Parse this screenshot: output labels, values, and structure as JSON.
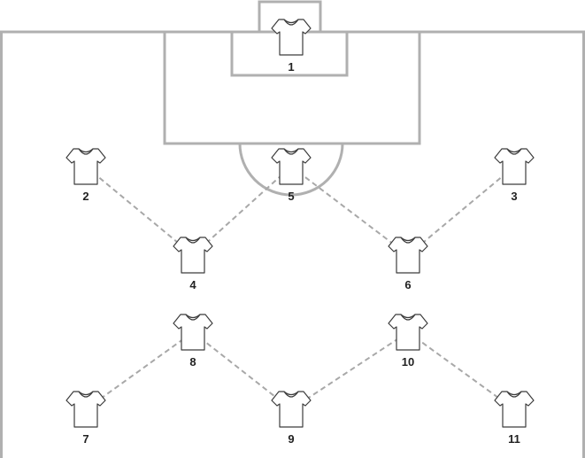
{
  "colors": {
    "pitch_lines": "#b0b0b0",
    "links": "#a8a8a8",
    "shirt_fill": "#ffffff",
    "shirt_outline": "#3c3c3c",
    "numbers": "#222222"
  },
  "players": [
    {
      "id": "p1",
      "number": "1",
      "icon": "shirt-icon"
    },
    {
      "id": "p2",
      "number": "2",
      "icon": "shirt-icon"
    },
    {
      "id": "p3",
      "number": "3",
      "icon": "shirt-icon"
    },
    {
      "id": "p4",
      "number": "4",
      "icon": "shirt-icon"
    },
    {
      "id": "p5",
      "number": "5",
      "icon": "shirt-icon"
    },
    {
      "id": "p6",
      "number": "6",
      "icon": "shirt-icon"
    },
    {
      "id": "p7",
      "number": "7",
      "icon": "shirt-icon"
    },
    {
      "id": "p8",
      "number": "8",
      "icon": "shirt-icon"
    },
    {
      "id": "p9",
      "number": "9",
      "icon": "shirt-icon"
    },
    {
      "id": "p10",
      "number": "10",
      "icon": "shirt-icon"
    },
    {
      "id": "p11",
      "number": "11",
      "icon": "shirt-icon"
    }
  ],
  "links": [
    [
      "p2",
      "p4"
    ],
    [
      "p4",
      "p5"
    ],
    [
      "p5",
      "p6"
    ],
    [
      "p6",
      "p3"
    ],
    [
      "p7",
      "p8"
    ],
    [
      "p8",
      "p9"
    ],
    [
      "p9",
      "p10"
    ],
    [
      "p10",
      "p11"
    ]
  ]
}
